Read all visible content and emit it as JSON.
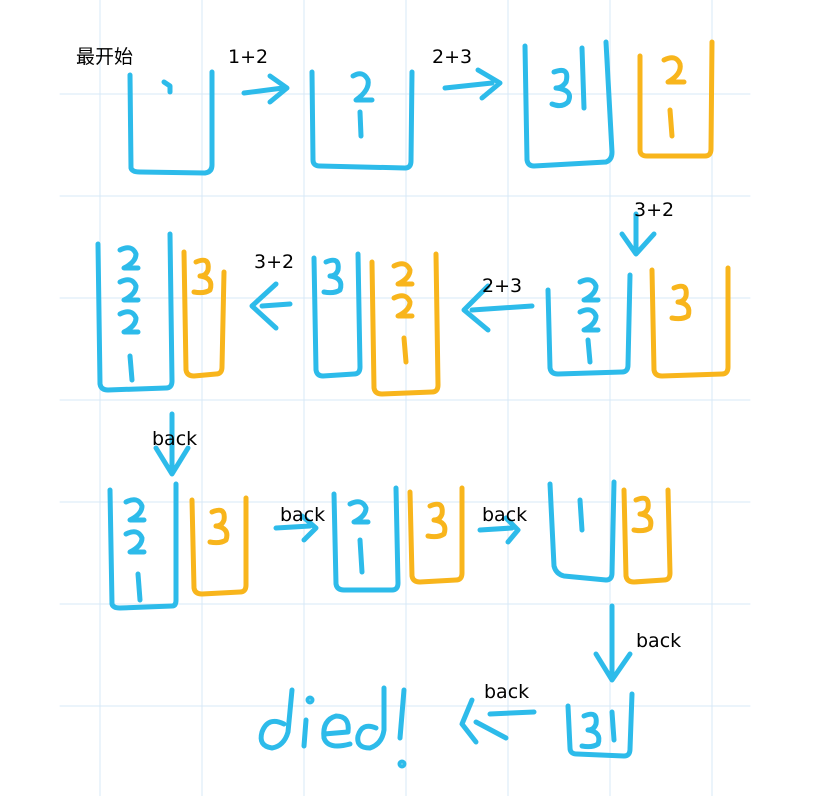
{
  "colors": {
    "grid": "#d7e9f7",
    "blue": "#2dbbea",
    "orange": "#f8b51c",
    "text": "#000000"
  },
  "labels": {
    "start": "最开始",
    "op_1_2": "1+2",
    "op_2_3_top": "2+3",
    "op_3_2_right": "3+2",
    "op_3_2_mid": "3+2",
    "op_2_3_mid": "2+3",
    "back_1": "back",
    "back_2": "back",
    "back_3": "back",
    "back_4": "back",
    "back_5": "back"
  },
  "handwriting": {
    "ending": "died!"
  }
}
